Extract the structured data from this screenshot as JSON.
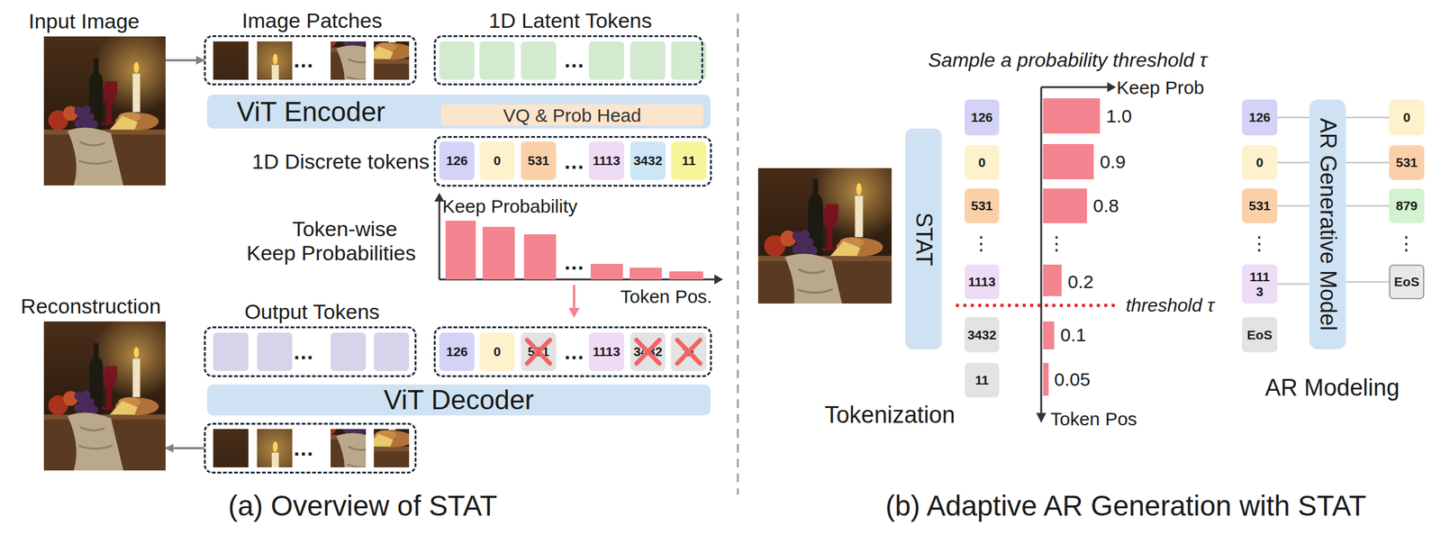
{
  "diagram": {
    "nodes": [
      {
        "text": [
          "Input Image"
        ]
      },
      {
        "text": [
          "Image Patches",
          "…"
        ]
      },
      {
        "text": [
          "1D Latent Tokens",
          "…"
        ]
      },
      {
        "text": [
          "ViT Encoder"
        ]
      },
      {
        "text": [
          "VQ & Prob Head"
        ],
        "in": 3
      },
      {
        "text": [
          "1D Discrete tokens",
          "…"
        ]
      },
      {
        "text": [
          "126"
        ],
        "in": 5
      },
      {
        "text": [
          "0"
        ],
        "in": 5
      },
      {
        "text": [
          "531"
        ],
        "in": 5
      },
      {
        "text": [
          "1113"
        ],
        "in": 5
      },
      {
        "text": [
          "3432"
        ],
        "in": 5
      },
      {
        "text": [
          "11"
        ],
        "in": 5
      },
      {
        "text": [
          "Reconstruction"
        ]
      },
      {
        "text": [
          "Output Tokens",
          "…"
        ]
      },
      {
        "text": [
          "…"
        ]
      },
      {
        "text": [
          "126"
        ],
        "in": 14
      },
      {
        "text": [
          "0"
        ],
        "in": 14
      },
      {
        "text": [
          "531"
        ],
        "in": 14
      },
      {
        "text": [
          "1113"
        ],
        "in": 14
      },
      {
        "text": [
          "3432"
        ],
        "in": 14
      },
      {
        "text": [
          "11"
        ],
        "in": 14
      },
      {
        "text": [
          "ViT Decoder"
        ]
      },
      {
        "text": [
          "…"
        ]
      },
      {
        "text": [
          "STAT"
        ]
      },
      {
        "text": [
          "126"
        ]
      },
      {
        "text": [
          "0"
        ]
      },
      {
        "text": [
          "531"
        ]
      },
      {
        "text": [
          "1113"
        ]
      },
      {
        "text": [
          "3432"
        ]
      },
      {
        "text": [
          "11"
        ]
      },
      {
        "text": [
          "126"
        ]
      },
      {
        "text": [
          "0"
        ]
      },
      {
        "text": [
          "531"
        ]
      },
      {
        "text": [
          "111 3"
        ]
      },
      {
        "text": [
          "EoS"
        ]
      },
      {
        "text": [
          "AR Generative Model"
        ]
      },
      {
        "text": [
          "0"
        ]
      },
      {
        "text": [
          "531"
        ]
      },
      {
        "text": [
          "879"
        ]
      },
      {
        "text": [
          "EoS"
        ]
      }
    ],
    "edges": [
      {
        "from": 0,
        "to": 1,
        "arrow": "to"
      },
      {
        "from": 22,
        "to": 12,
        "arrow": "to"
      },
      {
        "from": 30,
        "to": 35,
        "arrow": "none"
      },
      {
        "from": 31,
        "to": 35,
        "arrow": "none"
      },
      {
        "from": 32,
        "to": 35,
        "arrow": "none"
      },
      {
        "from": 33,
        "to": 35,
        "arrow": "none"
      },
      {
        "from": 35,
        "to": 36,
        "arrow": "none"
      },
      {
        "from": 35,
        "to": 37,
        "arrow": "none"
      },
      {
        "from": 35,
        "to": 38,
        "arrow": "none"
      },
      {
        "from": 35,
        "to": 39,
        "arrow": "none"
      }
    ],
    "labels": [
      "Token-wise Keep Probabilities",
      "Keep Probability",
      "…",
      "Token Pos.",
      "(a) Overview of STAT",
      "Sample a probability threshold τ",
      "Keep Prob",
      "1.0",
      "0.9",
      "0.8",
      "⋮",
      "0.2",
      "0.1",
      "0.05",
      "threshold τ",
      "Token Pos",
      "⋮",
      "Tokenization",
      "⋮",
      "⋮",
      "AR Modeling",
      "(b) Adaptive AR Generation with STAT"
    ]
  }
}
